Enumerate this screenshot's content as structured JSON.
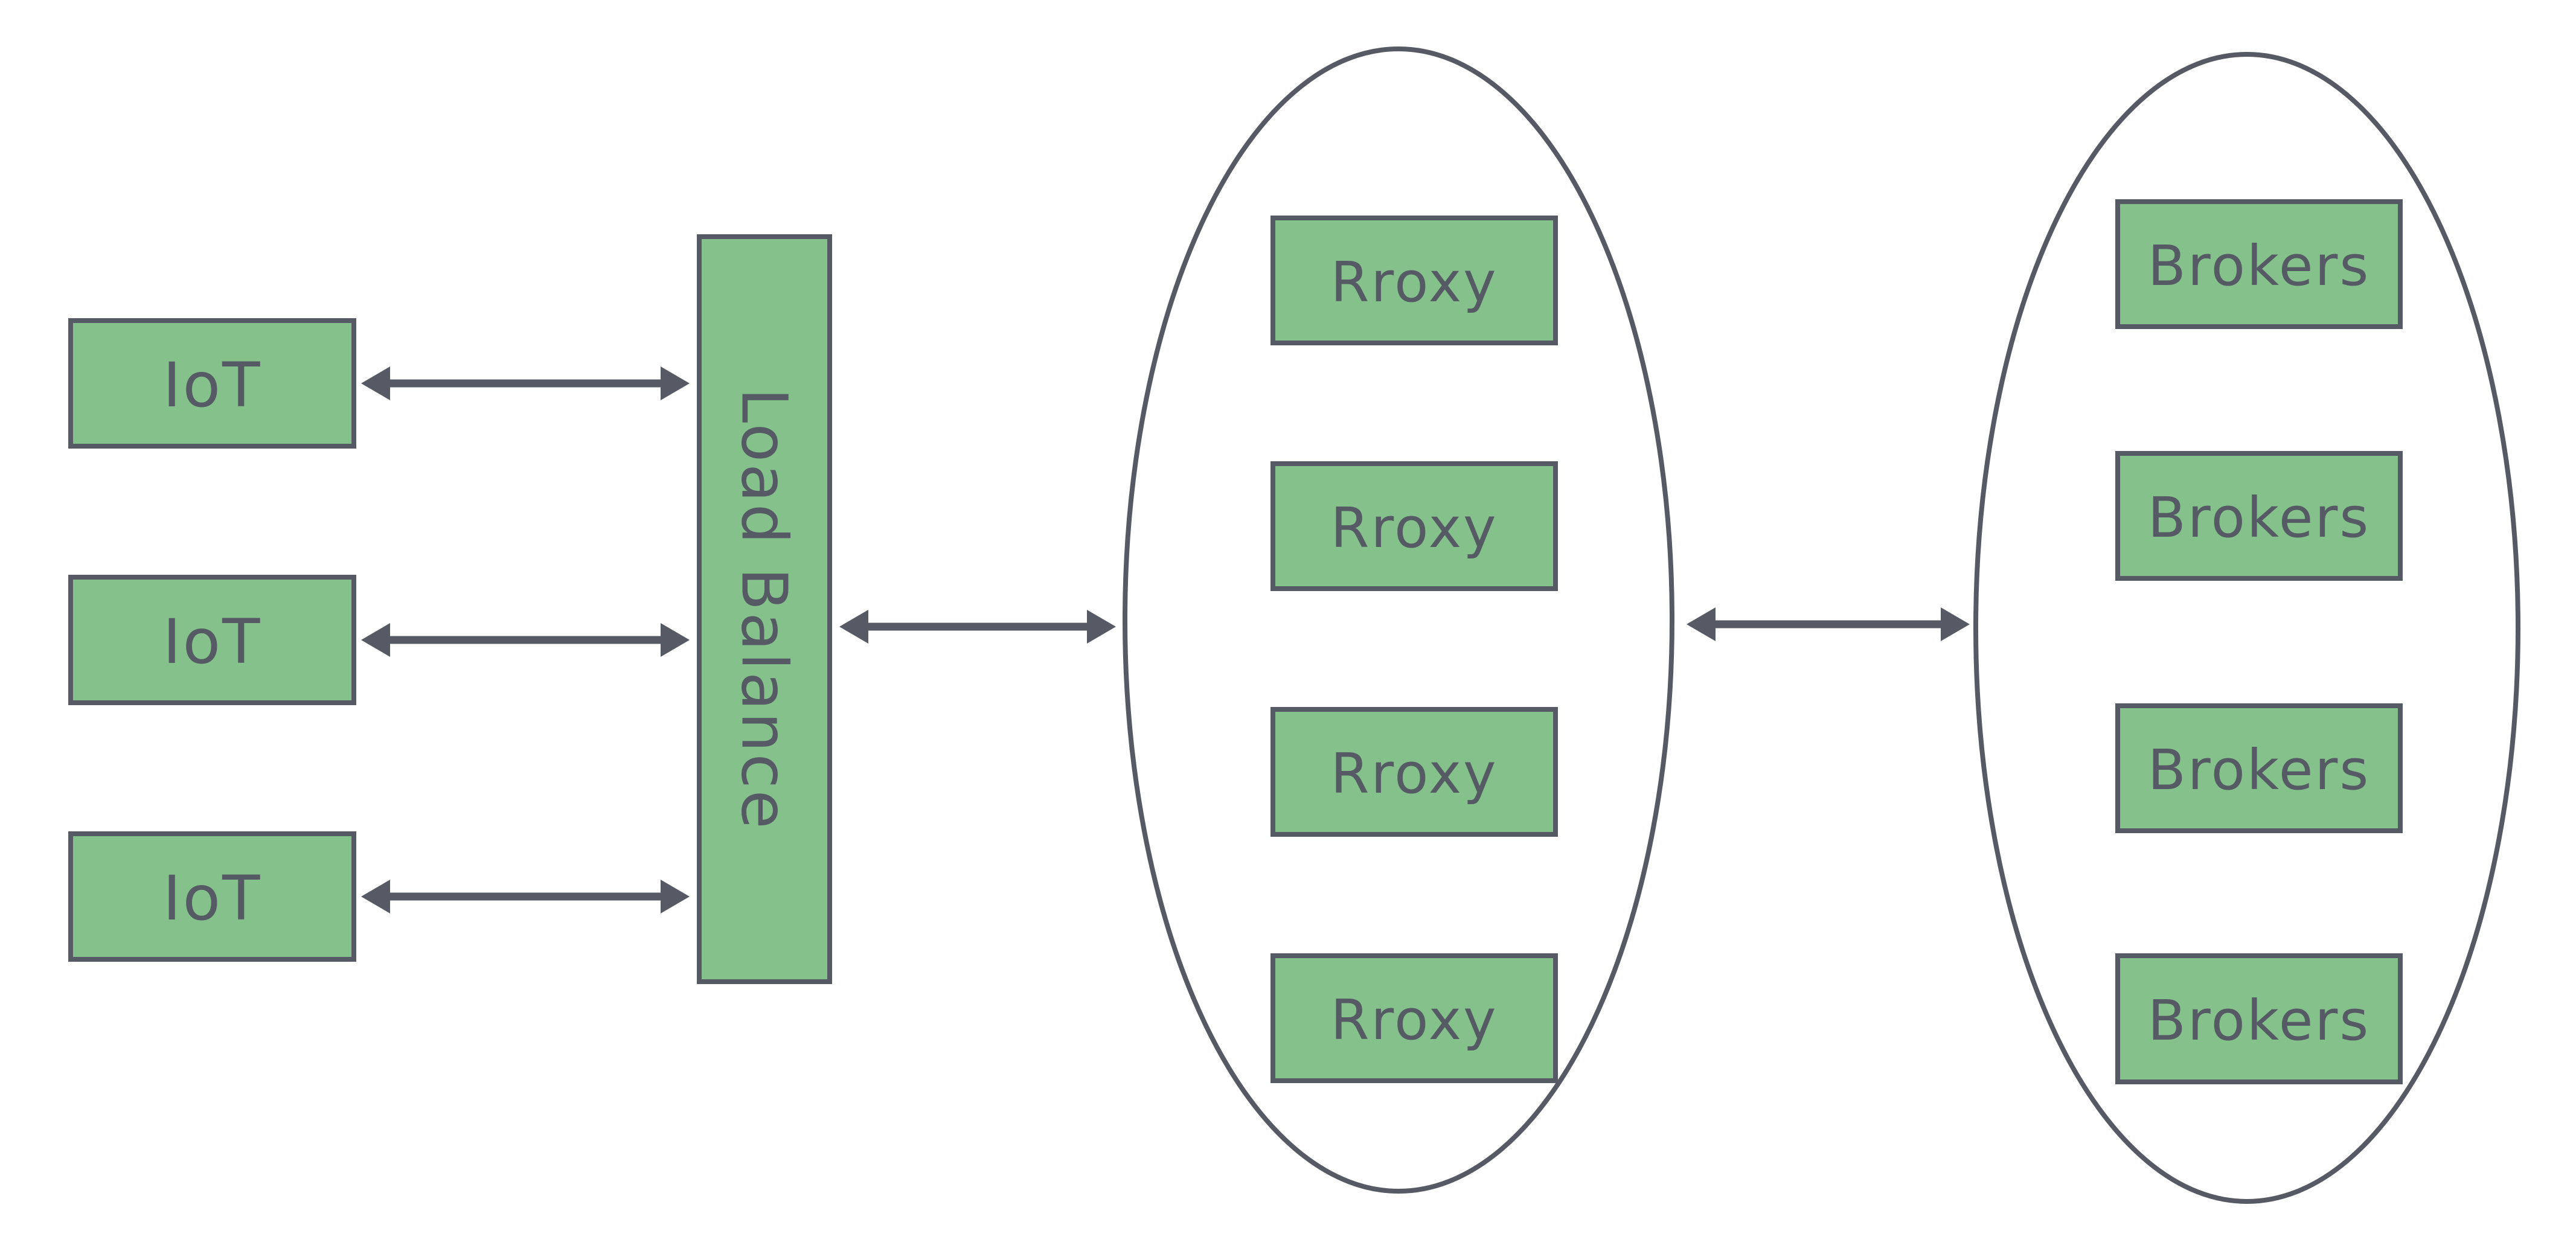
{
  "colors": {
    "background": "#ffffff",
    "node_fill": "#85c28b",
    "stroke": "#555a64"
  },
  "nodes": {
    "iot": [
      "IoT",
      "IoT",
      "IoT"
    ],
    "load_balancer": "Load Balance",
    "proxies": [
      "Rroxy",
      "Rroxy",
      "Rroxy",
      "Rroxy"
    ],
    "brokers": [
      "Brokers",
      "Brokers",
      "Brokers",
      "Brokers"
    ]
  },
  "connections": [
    {
      "from": "IoT #1",
      "to": "Load Balance",
      "type": "double-arrow"
    },
    {
      "from": "IoT #2",
      "to": "Load Balance",
      "type": "double-arrow"
    },
    {
      "from": "IoT #3",
      "to": "Load Balance",
      "type": "double-arrow"
    },
    {
      "from": "Load Balance",
      "to": "proxy-cluster",
      "type": "double-arrow"
    },
    {
      "from": "proxy-cluster",
      "to": "broker-cluster",
      "type": "double-arrow"
    }
  ]
}
